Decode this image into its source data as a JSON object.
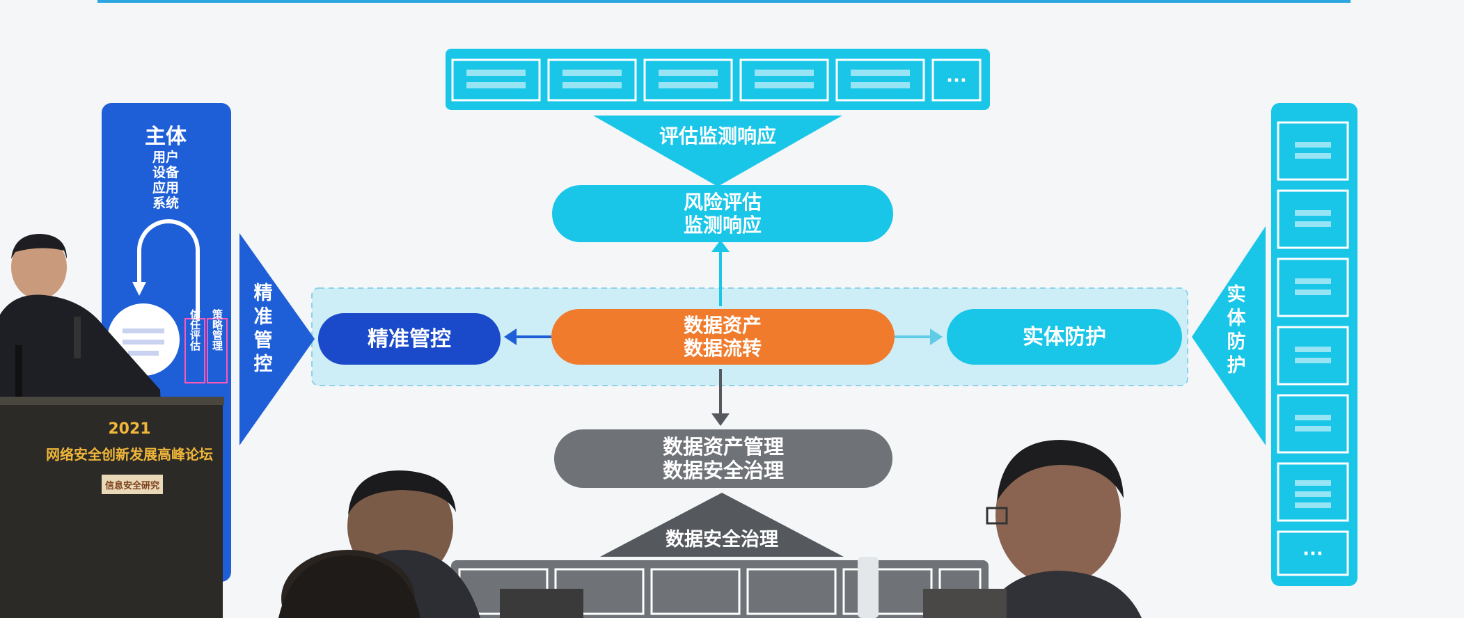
{
  "colors": {
    "cyan": "#19c6e8",
    "cyan_light": "#9fe6f5",
    "blue": "#1e5fd8",
    "navy": "#1a49c9",
    "orange": "#f07b2c",
    "gray": "#6f7378",
    "gray_dark": "#55595e",
    "band": "#cdeef7",
    "white": "#ffffff"
  },
  "top": {
    "ellipsis": "···",
    "banner": "评估监测响应",
    "pill_line1": "风险评估",
    "pill_line2": "监测响应"
  },
  "left": {
    "title": "主体",
    "items": [
      "用户",
      "设备",
      "应用",
      "系统"
    ],
    "banner_chars": [
      "精",
      "准",
      "管",
      "控"
    ],
    "mini_labels": [
      "信任评估",
      "策略管理"
    ],
    "pill": "精准管控"
  },
  "center": {
    "line1": "数据资产",
    "line2": "数据流转"
  },
  "right": {
    "pill": "实体防护",
    "banner_chars": [
      "实",
      "体",
      "防",
      "护"
    ],
    "ellipsis": "···"
  },
  "bottom": {
    "line1": "数据资产管理",
    "line2": "数据安全治理",
    "banner": "数据安全治理"
  },
  "podium": {
    "year": "2021",
    "name": "网络安全创新发展高峰论坛",
    "badge": "信息安全研究"
  }
}
